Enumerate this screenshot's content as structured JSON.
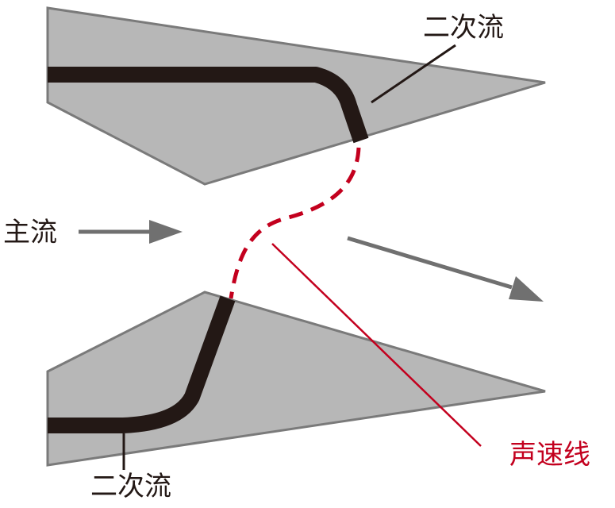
{
  "labels": {
    "secondary_flow_top": "二次流",
    "secondary_flow_bottom": "二次流",
    "main_flow": "主流",
    "sonic_line": "声速线"
  },
  "colors": {
    "wall_fill": "#b7b7b7",
    "wall_stroke": "#7a7a7a",
    "secondary_flow": "#231815",
    "sonic_line": "#c3001e",
    "arrow": "#707070",
    "text": "#231815"
  }
}
